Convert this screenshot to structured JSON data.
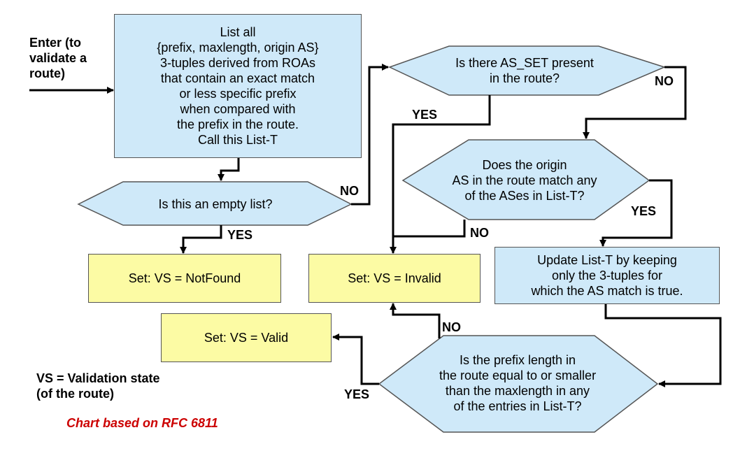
{
  "entry": {
    "label_lines": [
      "Enter (to",
      "validate a",
      "route)"
    ]
  },
  "list_box": {
    "lines": [
      "List all",
      "{prefix, maxlength, origin AS}",
      "3-tuples derived from ROAs",
      "that contain an exact match",
      "or less specific prefix",
      "when compared with",
      "the prefix in the route.",
      "Call this List-T"
    ]
  },
  "empty_list": {
    "question": "Is this an empty list?",
    "yes": "YES",
    "no": "NO"
  },
  "as_set": {
    "lines": [
      "Is there AS_SET present",
      "in the route?"
    ],
    "yes": "YES",
    "no": "NO"
  },
  "origin_match": {
    "lines": [
      "Does the origin",
      "AS in the route match any",
      "of the ASes in List-T?"
    ],
    "yes": "YES",
    "no": "NO"
  },
  "update_box": {
    "lines": [
      "Update List-T by keeping",
      "only the 3-tuples for",
      "which the AS match is true."
    ]
  },
  "prefix_len": {
    "lines": [
      "Is the prefix length in",
      "the route equal to or smaller",
      "than the maxlength in any",
      "of the entries in List-T?"
    ],
    "yes": "YES",
    "no": "NO"
  },
  "states": {
    "notfound": "Set: VS = NotFound",
    "invalid": "Set: VS = Invalid",
    "valid": "Set: VS = Valid"
  },
  "legend": {
    "lines": [
      "VS = Validation state",
      "(of the route)"
    ]
  },
  "credit": "Chart based on RFC 6811",
  "colors": {
    "decision_fill": "#cfe9f9",
    "state_fill": "#fcfba4",
    "outline": "#555555",
    "arrow": "#000000",
    "credit": "#cc0000"
  }
}
